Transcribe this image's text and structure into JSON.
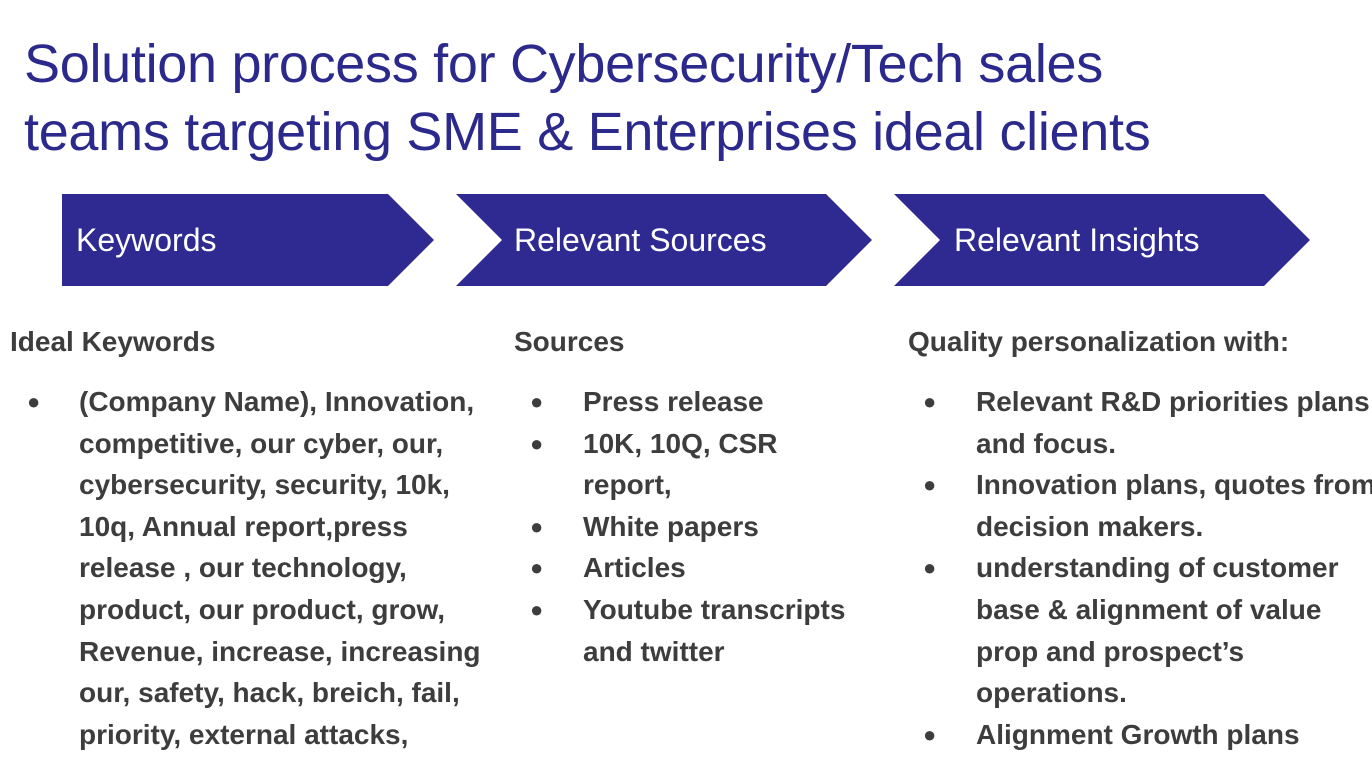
{
  "title": {
    "line1": "Solution process for  Cybersecurity/Tech sales",
    "line2": "teams targeting SME & Enterprises  ideal clients"
  },
  "steps": [
    {
      "label": "Keywords"
    },
    {
      "label": "Relevant Sources"
    },
    {
      "label": "Relevant Insights"
    }
  ],
  "bullet_glyph": "●",
  "columns": [
    {
      "heading": "Ideal Keywords",
      "items": [
        "(Company Name), Innovation, competitive, our cyber, our, cybersecurity, security, 10k, 10q, Annual report,press release , our technology, product, our product, grow, Revenue, increase, increasing our, safety, hack, breich, fail, priority, external attacks,"
      ]
    },
    {
      "heading": "Sources",
      "items": [
        "Press release",
        "10K, 10Q, CSR report,",
        "White papers",
        "Articles",
        "Youtube transcripts and twitter"
      ]
    },
    {
      "heading": "Quality personalization with:",
      "items": [
        "Relevant R&D priorities plans and focus.",
        "Innovation plans, quotes from decision makers.",
        "understanding of customer base & alignment of value prop and prospect’s operations.",
        "Alignment Growth plans"
      ]
    }
  ],
  "colors": {
    "title": "#2b2a8c",
    "chevron": "#2e2a91",
    "body_text": "#3d3d3d"
  }
}
